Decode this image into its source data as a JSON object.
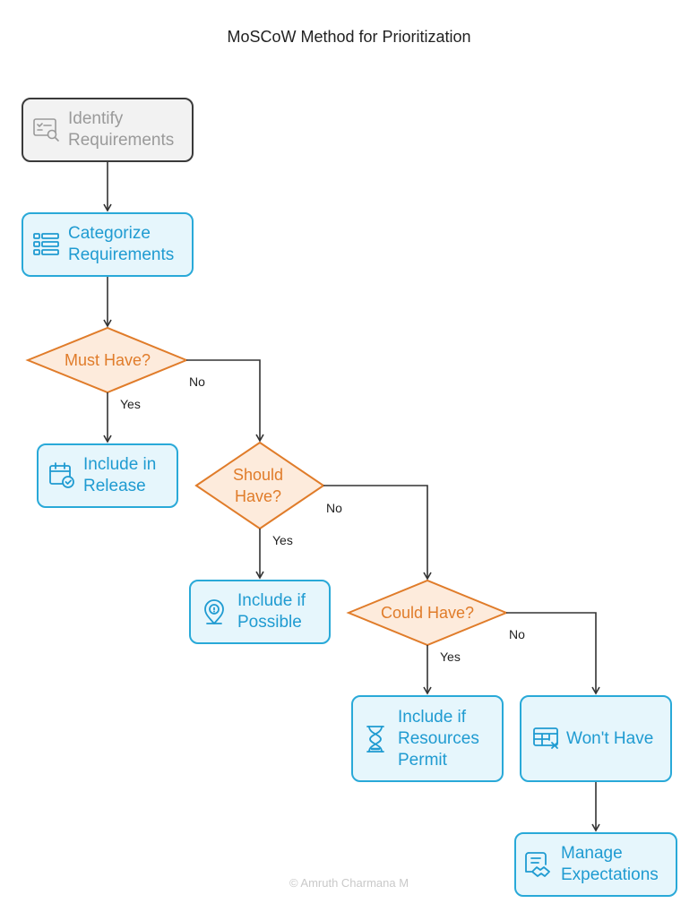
{
  "title": "MoSCoW Method for Prioritization",
  "footer": "© Amruth Charmana M",
  "nodes": {
    "identify": "Identify\nRequirements",
    "categorize": "Categorize\nRequirements",
    "include_release": "Include in\nRelease",
    "include_possible": "Include if\nPossible",
    "include_resources": "Include if\nResources\nPermit",
    "wont_have": "Won't Have",
    "manage": "Manage\nExpectations"
  },
  "decisions": {
    "must": "Must Have?",
    "should": "Should\nHave?",
    "could": "Could Have?"
  },
  "edges": {
    "yes": "Yes",
    "no": "No"
  },
  "icons": {
    "identify": "checklist-search-icon",
    "categorize": "list-icon",
    "include_release": "calendar-check-icon",
    "include_possible": "location-pin-icon",
    "include_resources": "hourglass-icon",
    "wont_have": "table-x-icon",
    "manage": "document-handshake-icon"
  },
  "colors": {
    "node_border": "#29a9d8",
    "node_fill": "#e6f6fc",
    "node_text": "#1f9bd1",
    "decision_border": "#e07c2a",
    "decision_fill": "#fdebdc",
    "start_border": "#3a3a3a",
    "start_fill": "#f2f2f2",
    "start_text": "#9a9a9a"
  }
}
